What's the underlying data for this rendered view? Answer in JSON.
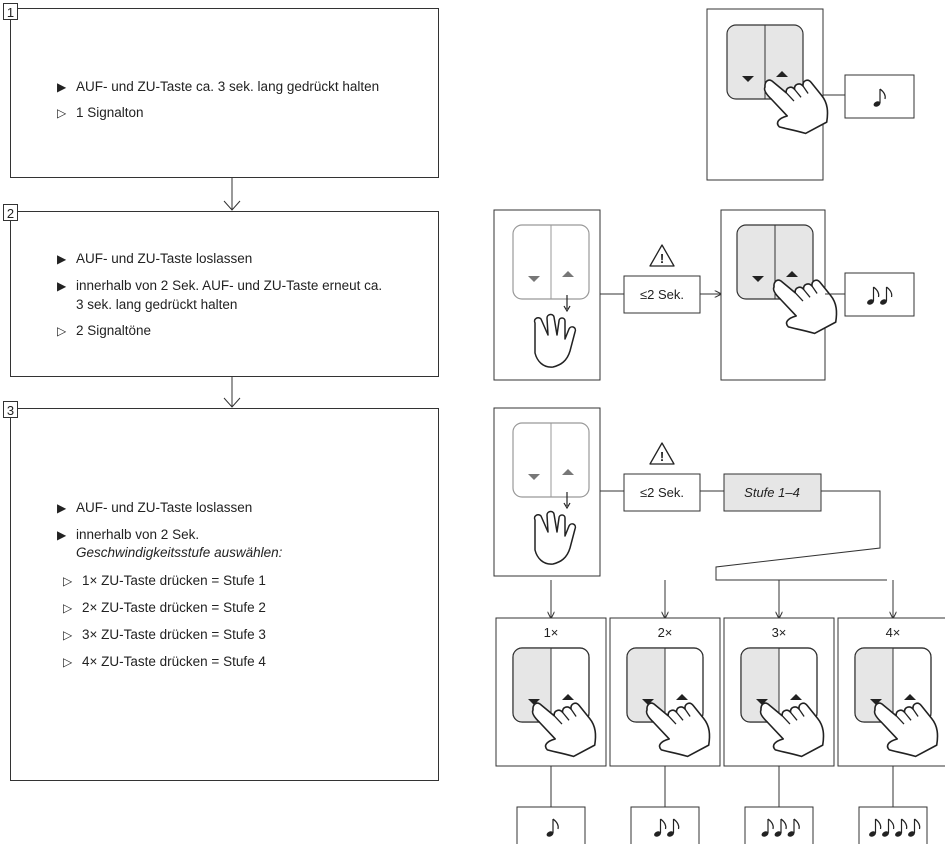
{
  "steps": [
    {
      "number": "1",
      "items": [
        {
          "bullet": "▶",
          "text": "AUF- und ZU-Taste ca. 3 sek. lang gedrückt halten"
        },
        {
          "bullet": "▷",
          "text": "1 Signalton"
        }
      ]
    },
    {
      "number": "2",
      "items": [
        {
          "bullet": "▶",
          "text": "AUF- und ZU-Taste loslassen"
        },
        {
          "bullet": "▶",
          "text": "innerhalb von 2 Sek. AUF- und ZU-Taste erneut ca."
        },
        {
          "bullet": "",
          "text": "3 sek. lang gedrückt halten"
        },
        {
          "bullet": "▷",
          "text": "2 Signaltöne"
        }
      ]
    },
    {
      "number": "3",
      "items": [
        {
          "bullet": "▶",
          "text": "AUF- und ZU-Taste loslassen"
        },
        {
          "bullet": "▶",
          "text": "innerhalb von 2 Sek."
        },
        {
          "bullet": "",
          "text": "Geschwindigkeitsstufe auswählen:"
        },
        {
          "bullet": "▷",
          "text": "1× ZU-Taste drücken = Stufe 1"
        },
        {
          "bullet": "▷",
          "text": "2× ZU-Taste drücken = Stufe 2"
        },
        {
          "bullet": "▷",
          "text": "3× ZU-Taste drücken = Stufe 3"
        },
        {
          "bullet": "▷",
          "text": "4× ZU-Taste drücken = Stufe 4"
        }
      ]
    }
  ],
  "diagram": {
    "wait_label": "≤2 Sek.",
    "speed_label": "Stufe 1–4",
    "warning_symbol": "!",
    "icons": [
      "switch-icon",
      "hand-pointer-icon",
      "note-icon",
      "warning-icon"
    ],
    "presses": [
      {
        "label": "1×",
        "tones": 1
      },
      {
        "label": "2×",
        "tones": 2
      },
      {
        "label": "3×",
        "tones": 3
      },
      {
        "label": "4×",
        "tones": 4
      }
    ],
    "step_tones": [
      1,
      2
    ]
  },
  "colors": {
    "line": "#333333",
    "button_fill": "#e6e6e6",
    "label_fill": "#e6e6e6",
    "released_stroke": "#999999"
  }
}
